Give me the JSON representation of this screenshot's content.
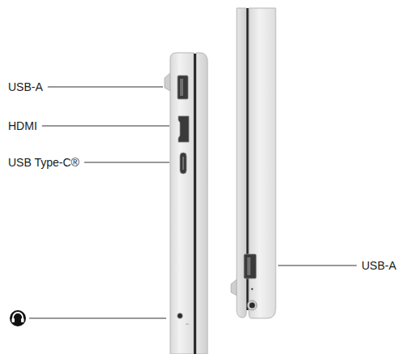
{
  "diagram": {
    "labels": [
      "USB-A",
      "HDMI",
      "USB Type-C®",
      "USB-A"
    ]
  }
}
